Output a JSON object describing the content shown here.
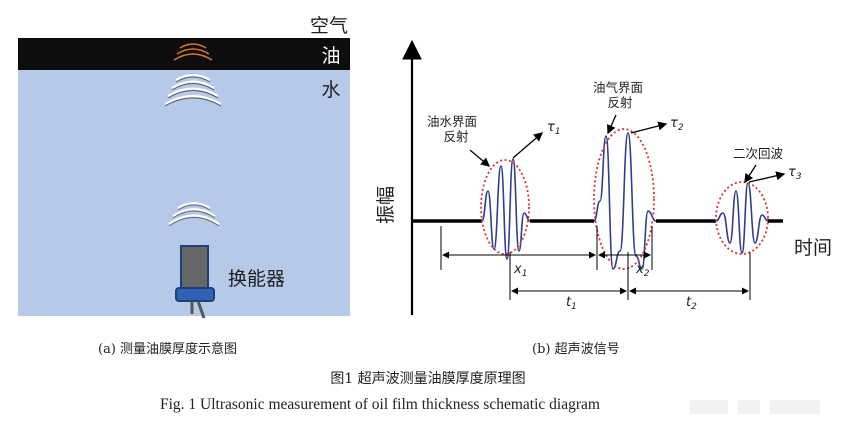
{
  "panel_a": {
    "label_air": "空气",
    "label_oil": "油",
    "label_water": "水",
    "label_transducer": "换能器",
    "caption": "(a) 测量油膜厚度示意图",
    "colors": {
      "oil": "#0d0d0d",
      "water": "#b7c9e9",
      "transducer_body": "#676767",
      "transducer_base": "#2f62b4",
      "oil_wave": "#d8742c",
      "water_wave": "#7a7a7a"
    }
  },
  "panel_b": {
    "ylabel": "振幅",
    "xlabel": "时间",
    "echo1_label": "油水界面\n反射",
    "echo2_label": "油气界面\n反射",
    "echo3_label": "二次回波",
    "tau1": "τ1",
    "tau2": "τ2",
    "tau3": "τ3",
    "x1": "x1",
    "x2": "x2",
    "t1": "t1",
    "t2": "t2",
    "caption": "(b) 超声波信号",
    "colors": {
      "signal": "#2f3f8f",
      "baseline": "#000000",
      "ellipse": "#e03030"
    }
  },
  "figure_caption_zh": "图1 超声波测量油膜厚度原理图",
  "figure_caption_en": "Fig. 1 Ultrasonic measurement of oil film thickness schematic diagram"
}
